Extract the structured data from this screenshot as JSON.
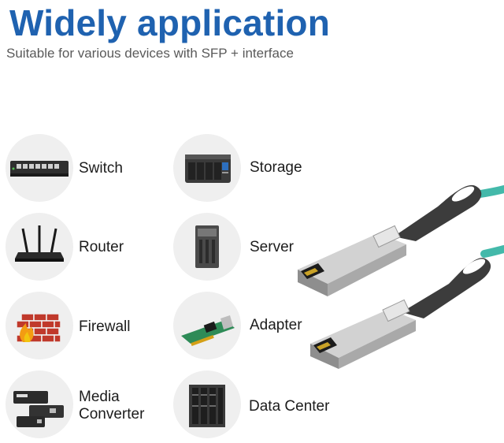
{
  "header": {
    "title": "Widely application",
    "subtitle": "Suitable for various devices with SFP + interface"
  },
  "devices": [
    {
      "label": "Switch",
      "icon": "switch-icon"
    },
    {
      "label": "Storage",
      "icon": "storage-icon"
    },
    {
      "label": "Router",
      "icon": "router-icon"
    },
    {
      "label": "Server",
      "icon": "server-icon"
    },
    {
      "label": "Firewall",
      "icon": "firewall-icon"
    },
    {
      "label": "Adapter",
      "icon": "adapter-icon"
    },
    {
      "label": "Media\nConverter",
      "icon": "media-converter-icon"
    },
    {
      "label": "Data Center",
      "icon": "data-center-icon"
    }
  ],
  "colors": {
    "title": "#1f62b0",
    "cable": "#43b9aa",
    "pull_tab": "#3c3c3c"
  }
}
